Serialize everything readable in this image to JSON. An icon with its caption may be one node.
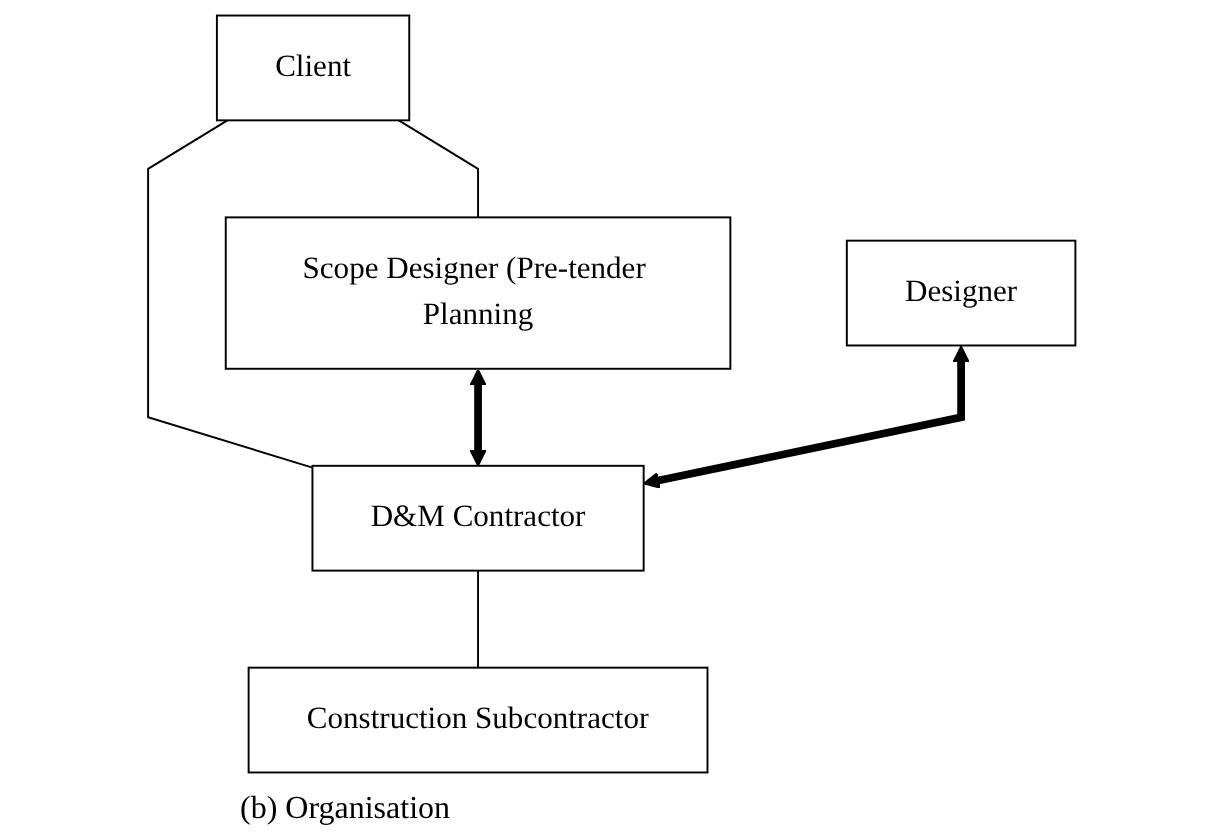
{
  "diagram": {
    "caption": "(b) Organisation",
    "nodes": [
      {
        "text": [
          "Client"
        ]
      },
      {
        "text": [
          "Scope Designer (Pre-tender Planning"
        ]
      },
      {
        "text": [
          "D&M Contractor"
        ]
      },
      {
        "text": [
          "Designer"
        ]
      },
      {
        "text": [
          "Construction Subcontractor"
        ]
      }
    ],
    "edges": [
      {
        "from": 0,
        "to": 1,
        "arrow": "none"
      },
      {
        "from": 0,
        "to": 2,
        "arrow": "none"
      },
      {
        "from": 1,
        "to": 2,
        "arrow": "both",
        "style": "thick"
      },
      {
        "from": 3,
        "to": 2,
        "arrow": "both",
        "style": "thick"
      },
      {
        "from": 2,
        "to": 4,
        "arrow": "none"
      }
    ]
  }
}
